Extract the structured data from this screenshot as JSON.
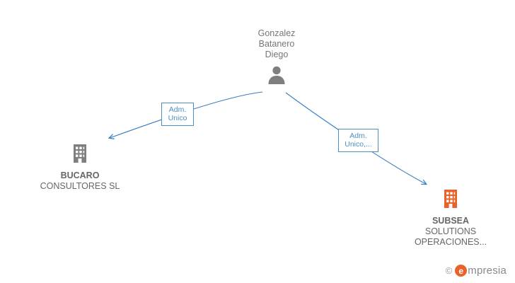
{
  "diagram": {
    "type": "org-relationship-graph",
    "root": {
      "id": "person",
      "kind": "person",
      "name": "Gonzalez\nBatanero\nDiego",
      "icon": "person-icon"
    },
    "nodes": [
      {
        "id": "bucaro",
        "kind": "company",
        "name_bold": "BUCARO",
        "name_rest": "CONSULTORES SL",
        "icon": "building-icon",
        "icon_color": "#7f7f7f"
      },
      {
        "id": "subsea",
        "kind": "company",
        "name_bold": "SUBSEA",
        "name_rest": "SOLUTIONS\nOPERACIONES...",
        "icon": "building-icon",
        "icon_color": "#e8622a"
      }
    ],
    "edges": [
      {
        "id": "edge-bucaro",
        "from": "person",
        "to": "bucaro",
        "label": "Adm.\nUnico",
        "color": "#3a7ebf"
      },
      {
        "id": "edge-subsea",
        "from": "person",
        "to": "subsea",
        "label": "Adm.\nUnico,...",
        "color": "#3a7ebf"
      }
    ]
  },
  "watermark": {
    "copyright": "©",
    "brand_initial": "e",
    "brand_text": "mpresia"
  }
}
